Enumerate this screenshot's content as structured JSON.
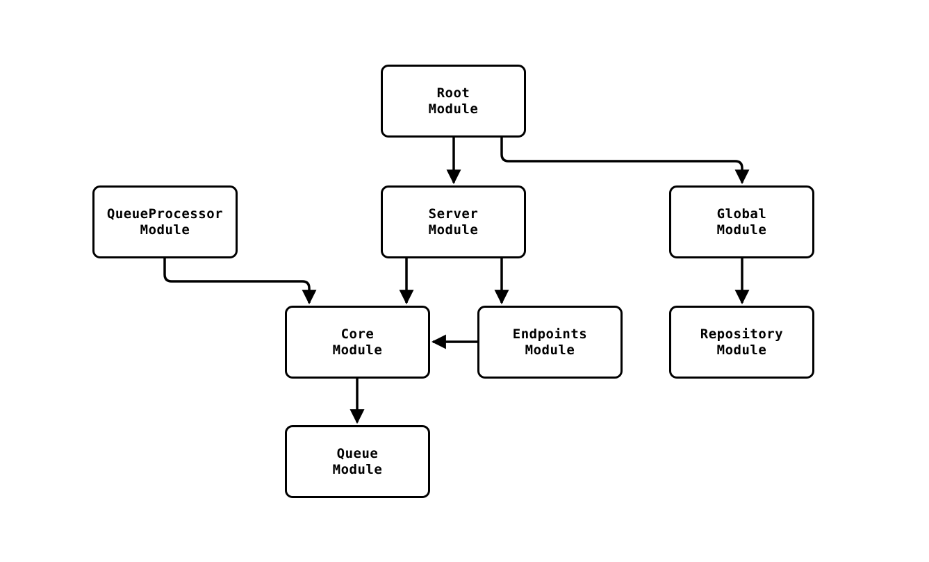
{
  "diagram": {
    "type": "module-dependency-flowchart",
    "background_color": "#ffffff",
    "node_fill_color": "#ffffff",
    "stroke_color": "#000000",
    "nodes": [
      {
        "id": "root",
        "line1": "Root",
        "line2": "Module"
      },
      {
        "id": "queueprocessor",
        "line1": "QueueProcessor",
        "line2": "Module"
      },
      {
        "id": "server",
        "line1": "Server",
        "line2": "Module"
      },
      {
        "id": "global",
        "line1": "Global",
        "line2": "Module"
      },
      {
        "id": "core",
        "line1": "Core",
        "line2": "Module"
      },
      {
        "id": "endpoints",
        "line1": "Endpoints",
        "line2": "Module"
      },
      {
        "id": "repository",
        "line1": "Repository",
        "line2": "Module"
      },
      {
        "id": "queue",
        "line1": "Queue",
        "line2": "Module"
      }
    ],
    "edges": [
      {
        "from": "Root Module",
        "to": "Server Module"
      },
      {
        "from": "Root Module",
        "to": "Global Module"
      },
      {
        "from": "QueueProcessor Module",
        "to": "Core Module"
      },
      {
        "from": "Server Module",
        "to": "Core Module"
      },
      {
        "from": "Server Module",
        "to": "Endpoints Module"
      },
      {
        "from": "Endpoints Module",
        "to": "Core Module"
      },
      {
        "from": "Global Module",
        "to": "Repository Module"
      },
      {
        "from": "Core Module",
        "to": "Queue Module"
      }
    ]
  }
}
